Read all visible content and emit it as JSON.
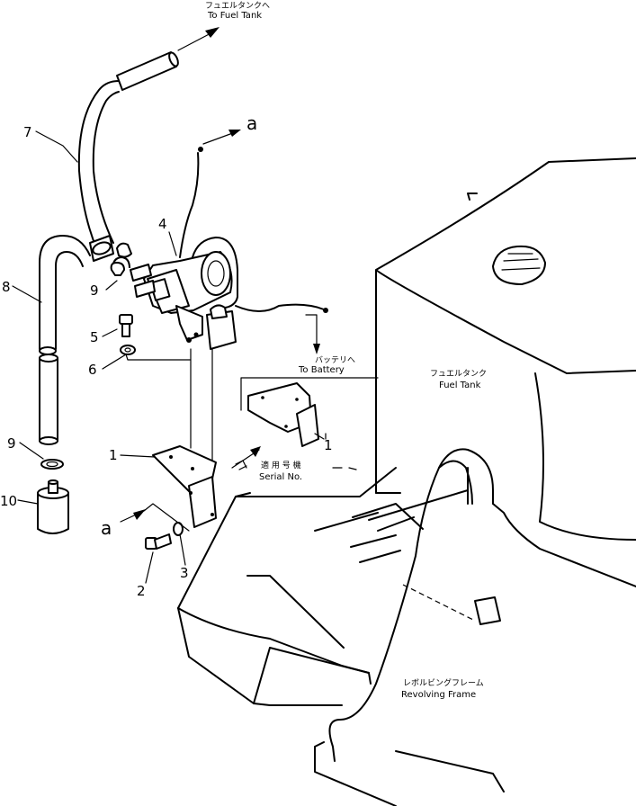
{
  "labels": {
    "to_fuel_tank_jp": "フュエルタンクへ",
    "to_fuel_tank_en": "To Fuel Tank",
    "to_battery_jp": "バッテリへ",
    "to_battery_en": "To Battery",
    "fuel_tank_jp": "フュエルタンク",
    "fuel_tank_en": "Fuel Tank",
    "serial_jp": "適 用 号 機",
    "serial_en": "Serial No.",
    "revolving_frame_jp": "レボルビングフレーム",
    "revolving_frame_en": "Revolving Frame",
    "ref_a_top": "a",
    "ref_a_left": "a"
  },
  "callouts": {
    "part_1": "1",
    "part_1_inset": "1",
    "part_2": "2",
    "part_3": "3",
    "part_4": "4",
    "part_5": "5",
    "part_6": "6",
    "part_7": "7",
    "part_8": "8",
    "part_9_upper": "9",
    "part_9_lower": "9",
    "part_10": "10"
  }
}
